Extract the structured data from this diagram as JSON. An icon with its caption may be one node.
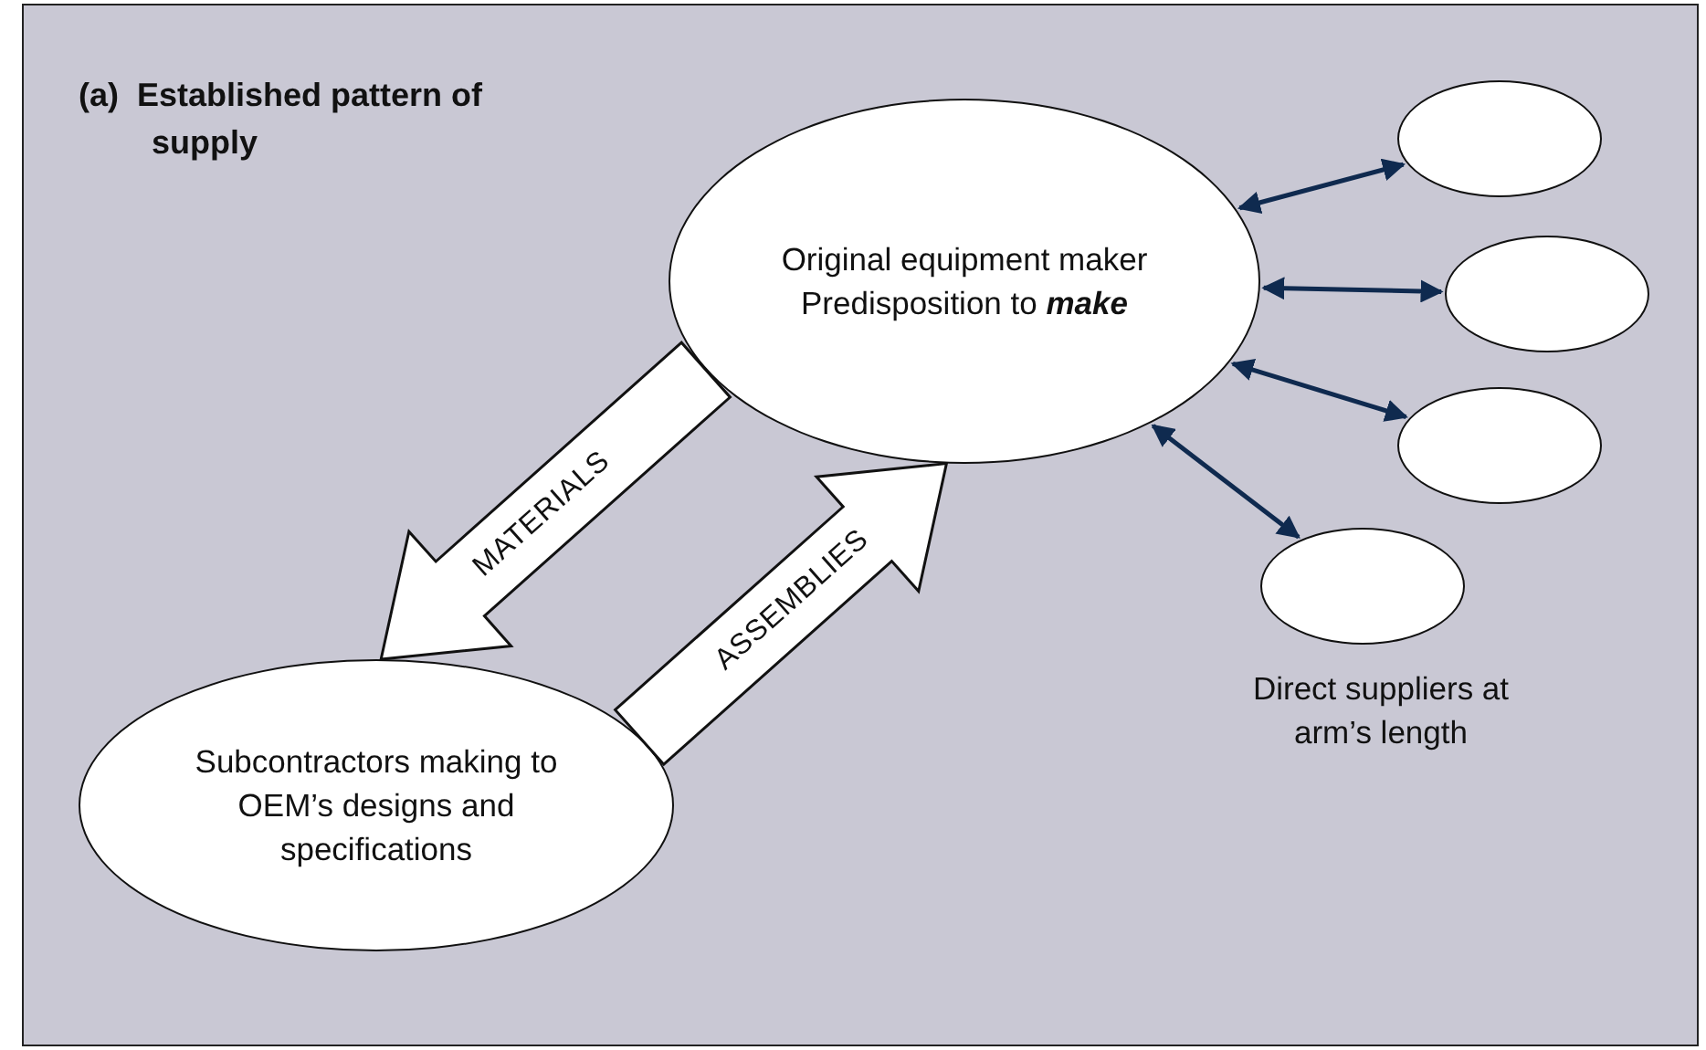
{
  "diagram": {
    "title": "(a)  Established pattern of supply",
    "nodes": [
      {
        "text": [
          "Original equipment maker Predisposition to **make**"
        ]
      },
      {
        "text": [
          "Subcontractors making to OEM’s designs and specifications"
        ]
      },
      {
        "text": [],
        "shape": "circle"
      },
      {
        "text": [],
        "shape": "circle"
      },
      {
        "text": [],
        "shape": "circle"
      },
      {
        "text": [],
        "shape": "circle",
        "beside": [
          "Direct suppliers at arm’s length"
        ]
      }
    ],
    "edges": [
      {
        "from": 0,
        "to": 1,
        "arrow": "to",
        "label": "MATERIALS",
        "style": "thick"
      },
      {
        "from": 1,
        "to": 0,
        "arrow": "to",
        "label": "ASSEMBLIES",
        "style": "thick"
      },
      {
        "from": 0,
        "to": 2,
        "arrow": "both"
      },
      {
        "from": 0,
        "to": 3,
        "arrow": "both"
      },
      {
        "from": 0,
        "to": 4,
        "arrow": "both"
      },
      {
        "from": 0,
        "to": 5,
        "arrow": "both"
      }
    ]
  }
}
